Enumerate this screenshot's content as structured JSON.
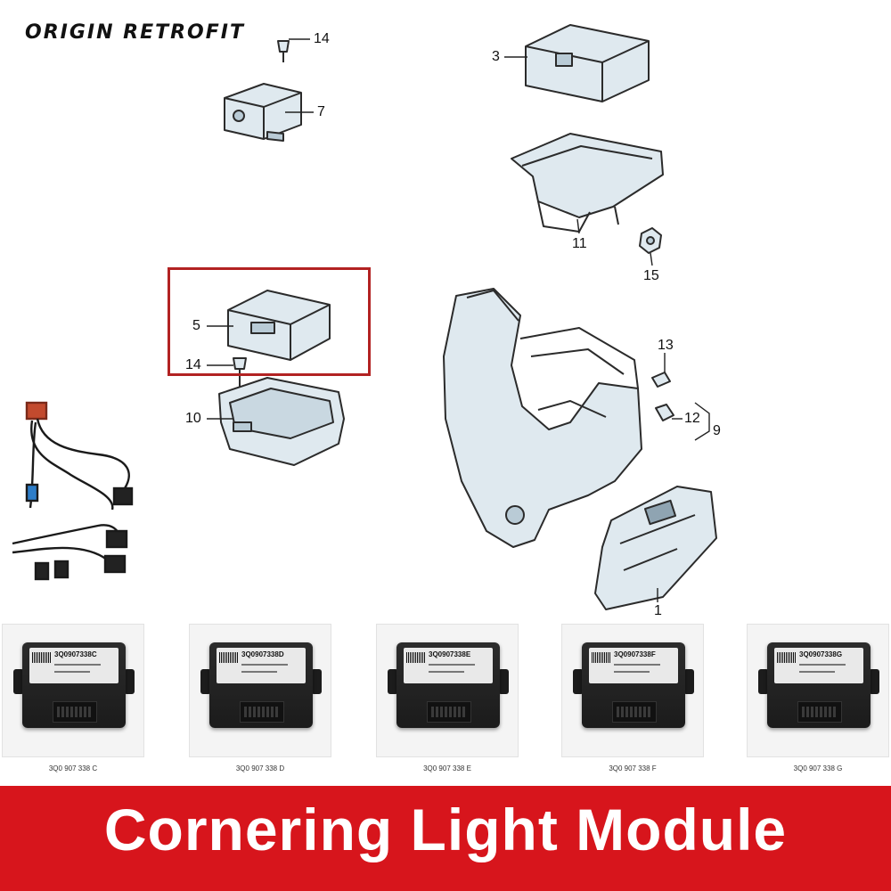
{
  "brand": "ORIGIN RETROFIT",
  "callouts": [
    {
      "id": "c14a",
      "text": "14"
    },
    {
      "id": "c7",
      "text": "7"
    },
    {
      "id": "c3",
      "text": "3"
    },
    {
      "id": "c11",
      "text": "11"
    },
    {
      "id": "c15",
      "text": "15"
    },
    {
      "id": "c5",
      "text": "5"
    },
    {
      "id": "c14b",
      "text": "14"
    },
    {
      "id": "c10",
      "text": "10"
    },
    {
      "id": "c13",
      "text": "13"
    },
    {
      "id": "c12",
      "text": "12"
    },
    {
      "id": "c9",
      "text": "9"
    },
    {
      "id": "c1",
      "text": "1"
    }
  ],
  "products": [
    {
      "part_number": "3Q0 907 338 C",
      "sticker": "3Q0907338C"
    },
    {
      "part_number": "3Q0 907 338 D",
      "sticker": "3Q0907338D"
    },
    {
      "part_number": "3Q0 907 338 E",
      "sticker": "3Q0907338E"
    },
    {
      "part_number": "3Q0 907 338 F",
      "sticker": "3Q0907338F"
    },
    {
      "part_number": "3Q0 907 338 G",
      "sticker": "3Q0907338G"
    }
  ],
  "banner": {
    "title": "Cornering Light Module",
    "background_color": "#d7151c",
    "text_color": "#ffffff"
  },
  "highlight_color": "#b22222"
}
